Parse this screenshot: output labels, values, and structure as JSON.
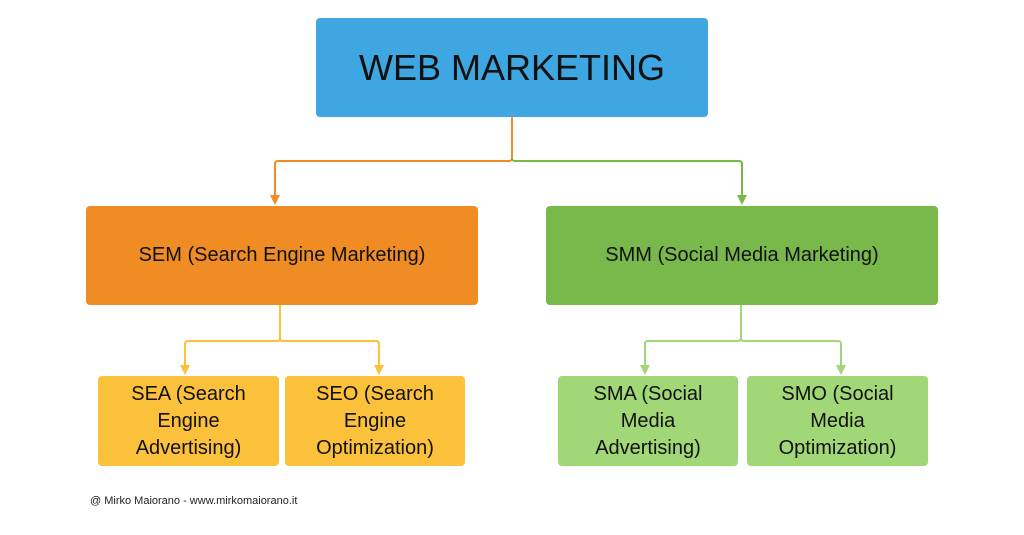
{
  "diagram": {
    "title": "WEB MARKETING",
    "colors": {
      "root": "#3ea6e0",
      "sem": "#ef8c24",
      "smm": "#79b84a",
      "sem_children": "#fbc13a",
      "smm_children": "#a1d777",
      "edge_sem": "#ef8c24",
      "edge_smm": "#79b84a",
      "edge_sem_children": "#fbc13a",
      "edge_smm_children": "#a1d777"
    },
    "root": {
      "label": "WEB MARKETING"
    },
    "branches": [
      {
        "label": "SEM (Search Engine Marketing)",
        "children": [
          {
            "lines": [
              "SEA (Search",
              "Engine",
              "Advertising)"
            ]
          },
          {
            "lines": [
              "SEO (Search",
              "Engine",
              "Optimization)"
            ]
          }
        ]
      },
      {
        "label": "SMM (Social Media Marketing)",
        "children": [
          {
            "lines": [
              "SMA (Social",
              "Media",
              "Advertising)"
            ]
          },
          {
            "lines": [
              "SMO (Social",
              "Media",
              "Optimization)"
            ]
          }
        ]
      }
    ]
  },
  "footer": {
    "credit": "@ Mirko Maiorano - www.mirkomaiorano.it"
  }
}
